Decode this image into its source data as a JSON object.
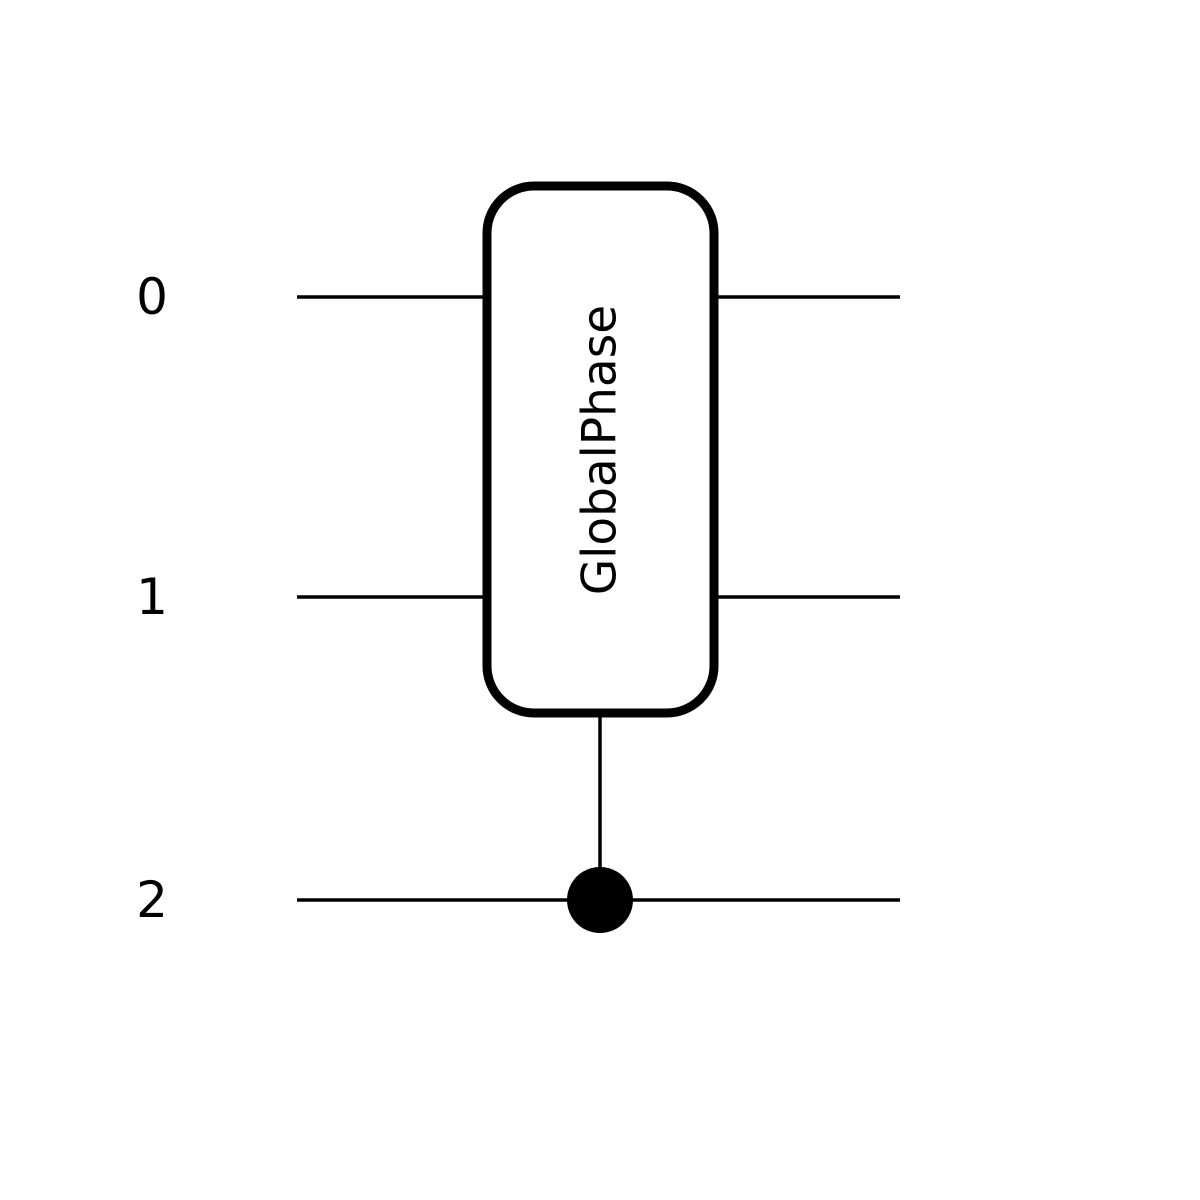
{
  "diagram": {
    "type": "quantum-circuit",
    "gate": {
      "label": "GlobalPhase",
      "target_qubits": [
        "0",
        "1"
      ],
      "control_qubit": "2"
    },
    "qubits": [
      {
        "label": "0"
      },
      {
        "label": "1"
      },
      {
        "label": "2"
      }
    ],
    "colors": {
      "wire": "#000000",
      "gate_border": "#000000",
      "gate_fill": "#ffffff",
      "control_dot": "#000000",
      "text": "#000000",
      "background": "#ffffff"
    }
  }
}
